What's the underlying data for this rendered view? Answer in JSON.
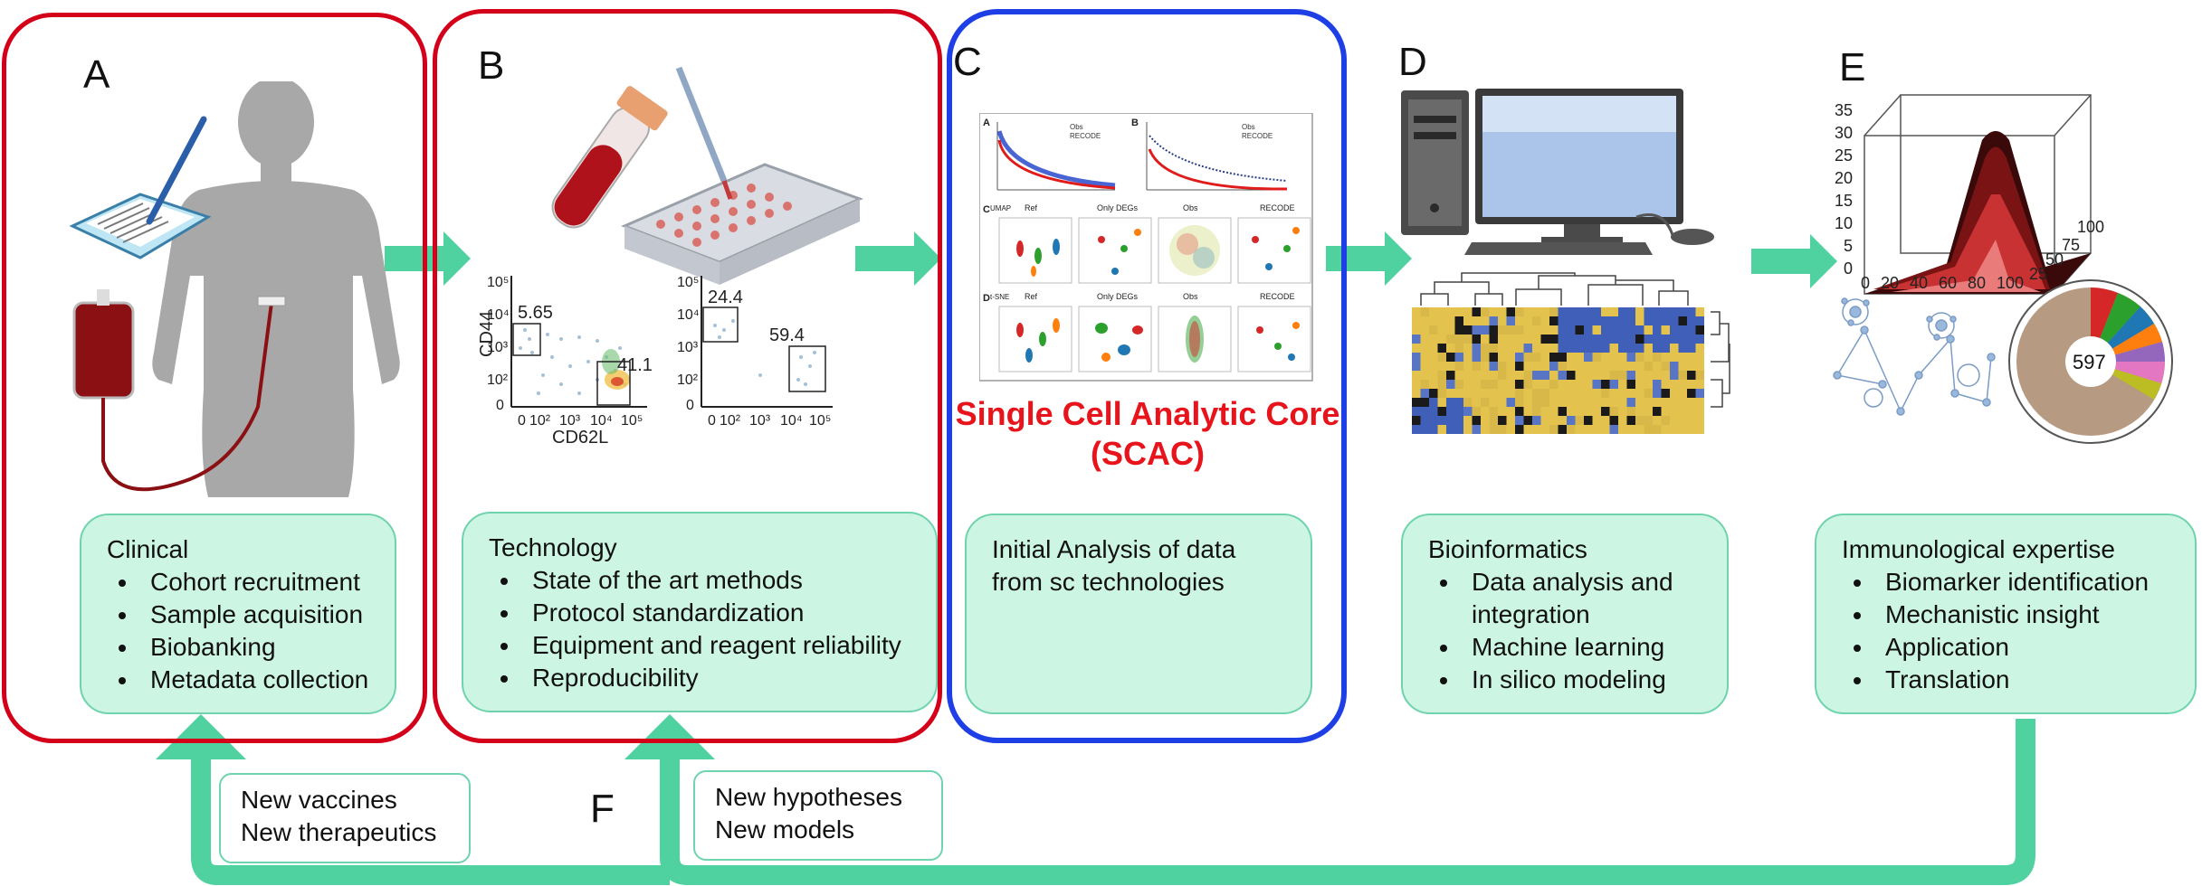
{
  "colors": {
    "red": "#d4001a",
    "blue": "#1e3fe6",
    "green": "#4fd1a0",
    "box_fill": "#cdf5e4"
  },
  "panels": {
    "A": {
      "letter": "A",
      "title": "Clinical",
      "items": [
        "Cohort recruitment",
        "Sample acquisition",
        "Biobanking",
        "Metadata collection"
      ]
    },
    "B": {
      "letter": "B",
      "title": "Technology",
      "items": [
        "State of the art methods",
        "Protocol standardization",
        "Equipment and reagent reliability",
        "Reproducibility"
      ],
      "flow": {
        "gate1": "5.65",
        "gate2": "41.1",
        "gate3": "24.4",
        "gate4": "59.4",
        "ylabel": "CD44",
        "xlabel": "CD62L",
        "yticks": [
          "10⁵",
          "10⁴",
          "10³",
          "10²",
          "0"
        ],
        "xticks": [
          "0",
          "10²",
          "10³",
          "10⁴",
          "10⁵"
        ]
      }
    },
    "C": {
      "letter": "C",
      "text": "Initial Analysis of data from sc technologies",
      "core_line1": "Single Cell Analytic Core",
      "core_line2": "(SCAC)",
      "mini": {
        "A": "A",
        "B": "B",
        "C": "C",
        "D": "D",
        "umap": "UMAP",
        "tsne": "t-SNE",
        "cols": [
          "Ref",
          "Only DEGs",
          "Obs",
          "RECODE"
        ],
        "legend1": "Obs",
        "legend2": "RECODE"
      }
    },
    "D": {
      "letter": "D",
      "title": "Bioinformatics",
      "items": [
        "Data analysis and integration",
        "Machine learning",
        "In silico modeling"
      ]
    },
    "E": {
      "letter": "E",
      "title": "Immunological expertise",
      "items": [
        "Biomarker identification",
        "Mechanistic insight",
        "Application",
        "Translation"
      ],
      "pie_label": "597",
      "zticks": [
        "35",
        "30",
        "25",
        "20",
        "15",
        "10",
        "5",
        "0"
      ],
      "xticks": [
        "0",
        "20",
        "40",
        "60",
        "80",
        "100"
      ],
      "yticks": [
        "25",
        "50",
        "75",
        "100"
      ]
    }
  },
  "feedback": {
    "letter": "F",
    "box1_line1": "New vaccines",
    "box1_line2": "New therapeutics",
    "box2_line1": "New hypotheses",
    "box2_line2": "New models"
  }
}
